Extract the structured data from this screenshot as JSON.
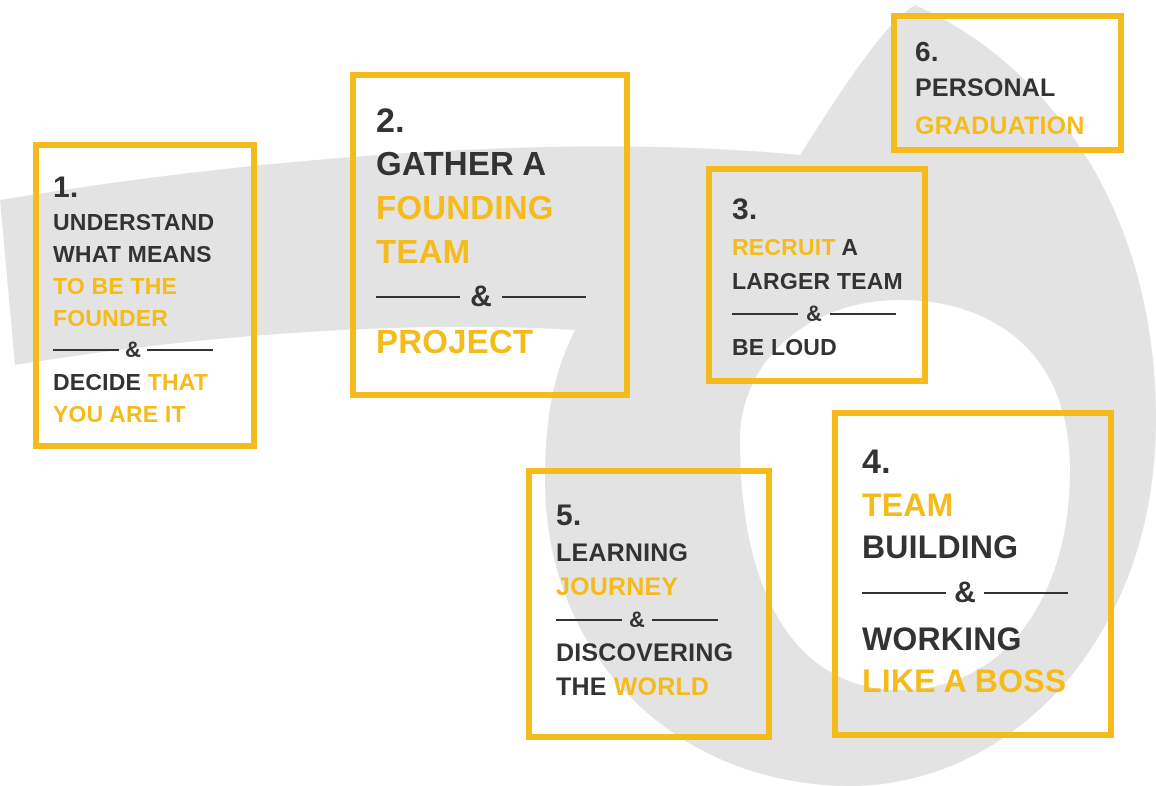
{
  "colors": {
    "accent": "#f5bb1d",
    "text": "#333333",
    "swoosh": "#e3e3e3"
  },
  "steps": [
    {
      "number": "1.",
      "lines": [
        [
          {
            "t": "UNDERSTAND",
            "c": "d"
          }
        ],
        [
          {
            "t": "WHAT MEANS",
            "c": "d"
          }
        ],
        [
          {
            "t": "TO BE THE",
            "c": "y"
          }
        ],
        [
          {
            "t": "FOUNDER",
            "c": "y"
          }
        ]
      ],
      "amp": "&",
      "lines_after": [
        [
          {
            "t": "DECIDE ",
            "c": "d"
          },
          {
            "t": "THAT",
            "c": "y"
          }
        ],
        [
          {
            "t": "YOU ARE IT",
            "c": "y"
          }
        ]
      ]
    },
    {
      "number": "2.",
      "lines": [
        [
          {
            "t": "GATHER A",
            "c": "d"
          }
        ],
        [
          {
            "t": "FOUNDING",
            "c": "y"
          }
        ],
        [
          {
            "t": "TEAM",
            "c": "y"
          }
        ]
      ],
      "amp": "&",
      "lines_after": [
        [
          {
            "t": "PROJECT",
            "c": "y"
          }
        ]
      ]
    },
    {
      "number": "3.",
      "lines": [
        [
          {
            "t": "RECRUIT ",
            "c": "y"
          },
          {
            "t": "A",
            "c": "d"
          }
        ],
        [
          {
            "t": "LARGER TEAM",
            "c": "d"
          }
        ]
      ],
      "amp": "&",
      "lines_after": [
        [
          {
            "t": "BE LOUD",
            "c": "d"
          }
        ]
      ]
    },
    {
      "number": "4.",
      "lines": [
        [
          {
            "t": "TEAM",
            "c": "y"
          }
        ],
        [
          {
            "t": "BUILDING",
            "c": "d"
          }
        ]
      ],
      "amp": "&",
      "lines_after": [
        [
          {
            "t": "WORKING",
            "c": "d"
          }
        ],
        [
          {
            "t": "LIKE A BOSS",
            "c": "y"
          }
        ]
      ]
    },
    {
      "number": "5.",
      "lines": [
        [
          {
            "t": "LEARNING",
            "c": "d"
          }
        ],
        [
          {
            "t": "JOURNEY",
            "c": "y"
          }
        ]
      ],
      "amp": "&",
      "lines_after": [
        [
          {
            "t": "DISCOVERING",
            "c": "d"
          }
        ],
        [
          {
            "t": "THE ",
            "c": "d"
          },
          {
            "t": "WORLD",
            "c": "y"
          }
        ]
      ]
    },
    {
      "number": "6.",
      "lines": [
        [
          {
            "t": "PERSONAL",
            "c": "d"
          }
        ],
        [
          {
            "t": "GRADUATION",
            "c": "y"
          }
        ]
      ],
      "amp": "",
      "lines_after": []
    }
  ]
}
